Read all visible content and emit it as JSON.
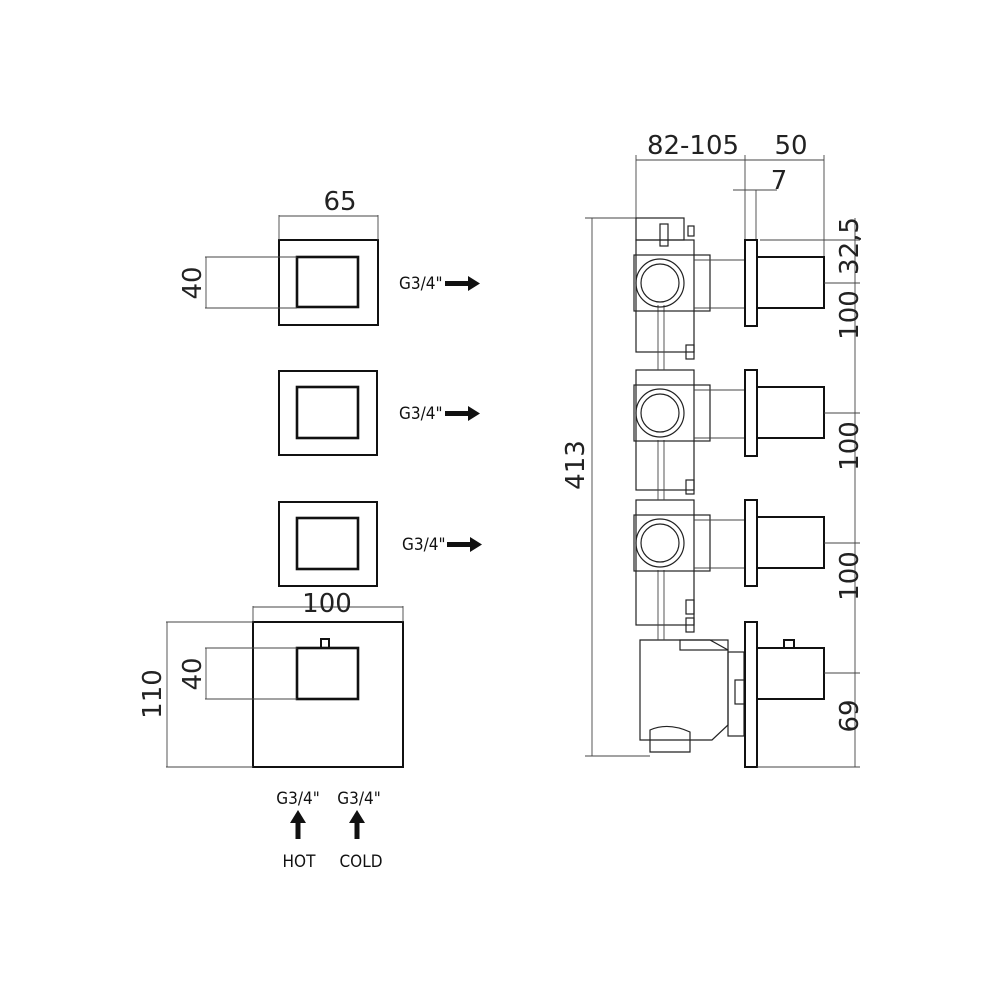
{
  "front_view": {
    "outlet_label_1": "G3/4\"",
    "outlet_label_2": "G3/4\"",
    "outlet_label_3": "G3/4\"",
    "dim_valve_width": "65",
    "dim_valve_handle": "40",
    "dim_thermo_width": "100",
    "dim_thermo_height": "110",
    "dim_thermo_handle": "40",
    "inlet_hot_size": "G3/4\"",
    "inlet_cold_size": "G3/4\"",
    "inlet_hot_label": "HOT",
    "inlet_cold_label": "COLD"
  },
  "side_view": {
    "dim_depth_range": "82-105",
    "dim_protrusion": "50",
    "dim_plate": "7",
    "dim_total_height": "413",
    "dim_top_offset": "32,5",
    "dim_spacing_1": "100",
    "dim_spacing_2": "100",
    "dim_spacing_3": "100",
    "dim_bottom": "69"
  }
}
